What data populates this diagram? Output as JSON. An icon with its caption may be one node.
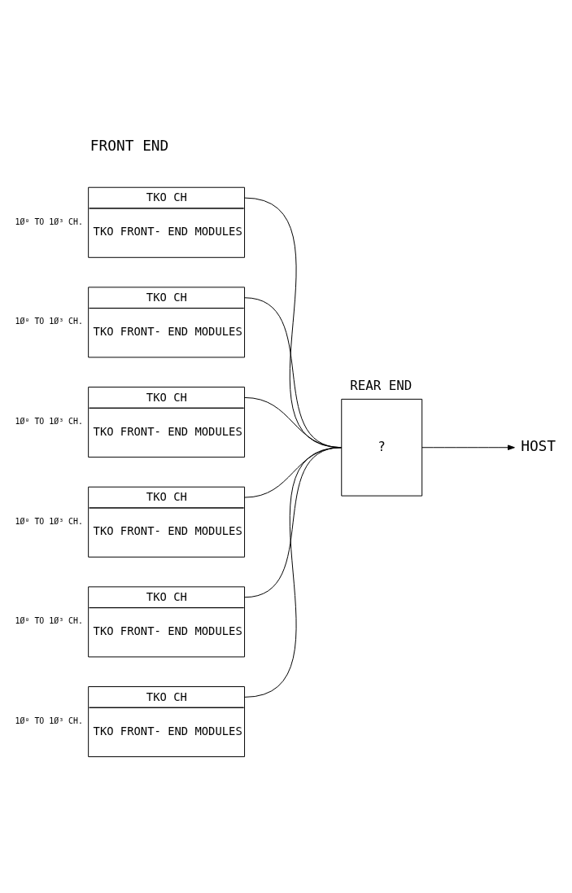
{
  "diagram": {
    "nodes": [
      {
        "text": [
          "TKO CH",
          "TKO FRONT- END MODULES"
        ],
        "beside": [
          "1Ø⁰ TO 1Ø³ CH."
        ]
      },
      {
        "text": [
          "TKO CH",
          "TKO FRONT- END MODULES"
        ],
        "beside": [
          "1Ø⁰ TO 1Ø³ CH."
        ]
      },
      {
        "text": [
          "TKO CH",
          "TKO FRONT- END MODULES"
        ],
        "beside": [
          "1Ø⁰ TO 1Ø³ CH."
        ]
      },
      {
        "text": [
          "TKO CH",
          "TKO FRONT- END MODULES"
        ],
        "beside": [
          "1Ø⁰ TO 1Ø³ CH."
        ]
      },
      {
        "text": [
          "TKO CH",
          "TKO FRONT- END MODULES"
        ],
        "beside": [
          "1Ø⁰ TO 1Ø³ CH."
        ]
      },
      {
        "text": [
          "TKO CH",
          "TKO FRONT- END MODULES"
        ],
        "beside": [
          "1Ø⁰ TO 1Ø³ CH."
        ]
      },
      {
        "text": [
          "REAR END",
          "?"
        ]
      },
      {
        "text": [
          "HOST"
        ]
      }
    ],
    "edges": [
      {
        "from": 0,
        "to": 6,
        "arrow": "none"
      },
      {
        "from": 1,
        "to": 6,
        "arrow": "none"
      },
      {
        "from": 2,
        "to": 6,
        "arrow": "none"
      },
      {
        "from": 3,
        "to": 6,
        "arrow": "none"
      },
      {
        "from": 4,
        "to": 6,
        "arrow": "none"
      },
      {
        "from": 5,
        "to": 6,
        "arrow": "none"
      },
      {
        "from": 6,
        "to": 7,
        "arrow": "to"
      }
    ],
    "labels": [
      "FRONT END"
    ]
  }
}
